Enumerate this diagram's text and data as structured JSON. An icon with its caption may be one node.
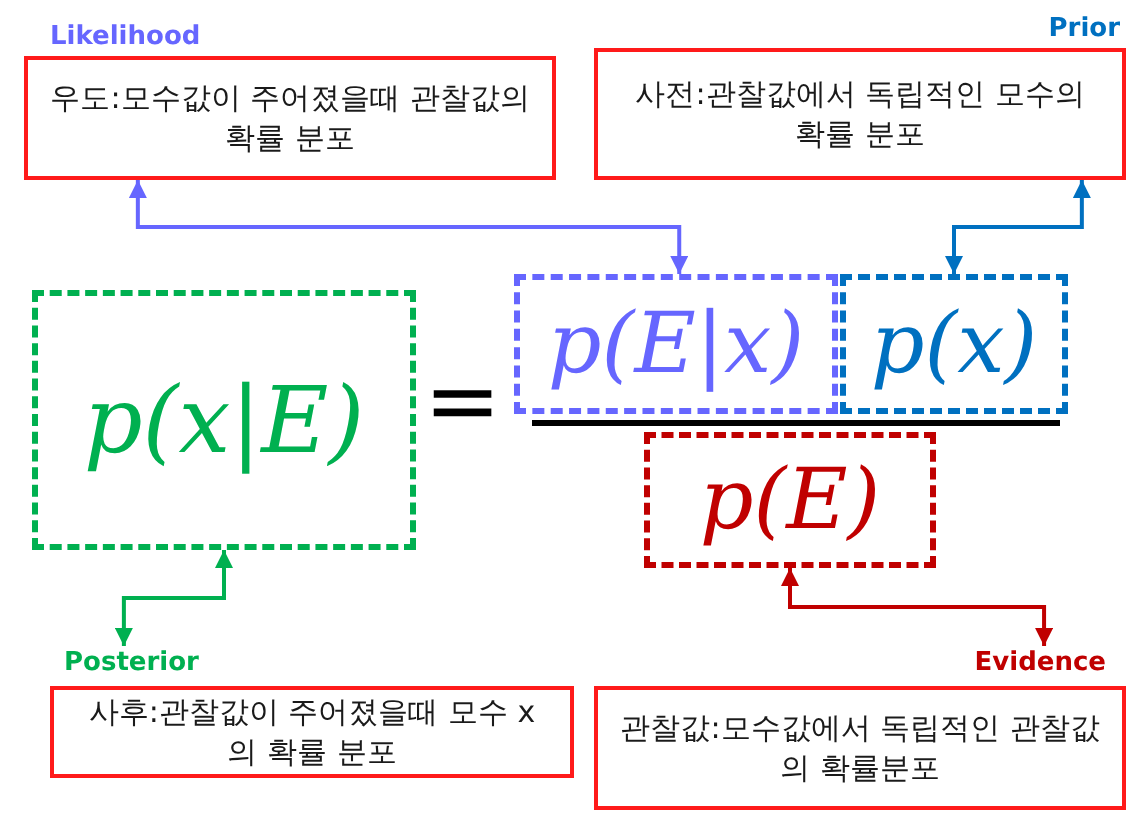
{
  "diagram": {
    "nodes": [
      {
        "text": [
          "Likelihood",
          "우도:모수값이 주어졌을때 관찰값의 확률 분포"
        ]
      },
      {
        "text": [
          "Prior",
          "사전:관찰값에서 독립적인 모수의 확률 분포"
        ]
      },
      {
        "text": [
          "p(x|E)"
        ]
      },
      {
        "text": [
          "p(E|x)"
        ]
      },
      {
        "text": [
          "p(x)"
        ]
      },
      {
        "text": [
          "p(E)"
        ]
      },
      {
        "text": [
          "Posterior",
          "사후:관찰값이 주어졌을때 모수 x 의 확률 분포"
        ]
      },
      {
        "text": [
          "Evidence",
          "관찰값:모수값에서 독립적인 관찰값 의 확률분포"
        ]
      }
    ],
    "edges": [
      {
        "from": 3,
        "to": 0,
        "arrow": "both",
        "color": "#6666ff"
      },
      {
        "from": 4,
        "to": 1,
        "arrow": "both",
        "color": "#0070c0"
      },
      {
        "from": 2,
        "to": 6,
        "arrow": "both",
        "color": "#00b050"
      },
      {
        "from": 5,
        "to": 7,
        "arrow": "both",
        "color": "#c00000"
      }
    ],
    "labels": [
      "="
    ]
  }
}
